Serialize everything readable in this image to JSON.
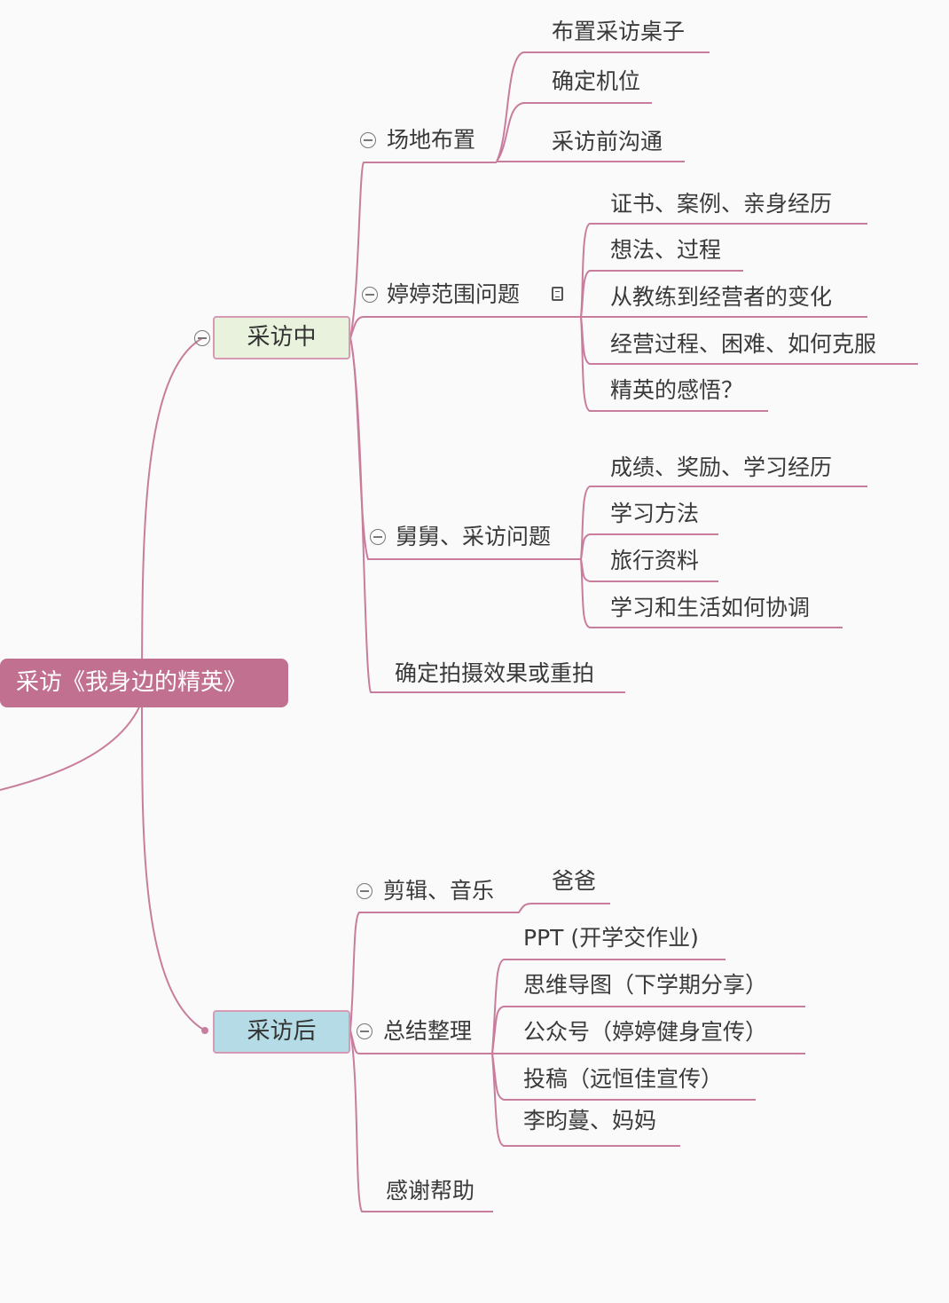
{
  "root": {
    "label": "采访《我身边的精英》",
    "color": "#c2708f"
  },
  "during": {
    "label": "采访中",
    "color": "#e9f2dc",
    "venue": {
      "label": "场地布置",
      "children": [
        "布置采访桌子",
        "确定机位",
        "采访前沟通"
      ]
    },
    "tingting": {
      "label": "婷婷范围问题",
      "children": [
        "证书、案例、亲身经历",
        "想法、过程",
        "从教练到经营者的变化",
        "经营过程、困难、如何克服",
        "精英的感悟？"
      ]
    },
    "uncle": {
      "label": "舅舅、采访问题",
      "children": [
        "成绩、奖励、学习经历",
        "学习方法",
        "旅行资料",
        "学习和生活如何协调"
      ]
    },
    "confirm": {
      "label": "确定拍摄效果或重拍"
    }
  },
  "after": {
    "label": "采访后",
    "color": "#b5dce6",
    "editing": {
      "label": "剪辑、音乐",
      "children": [
        "爸爸"
      ]
    },
    "summary": {
      "label": "总结整理",
      "children": [
        "PPT (开学交作业)",
        "思维导图（下学期分享）",
        "公众号（婷婷健身宣传）",
        "投稿（远恒佳宣传）",
        "李昀蔓、妈妈"
      ]
    },
    "thanks": {
      "label": "感谢帮助"
    }
  },
  "line_color": "#c97d9c"
}
